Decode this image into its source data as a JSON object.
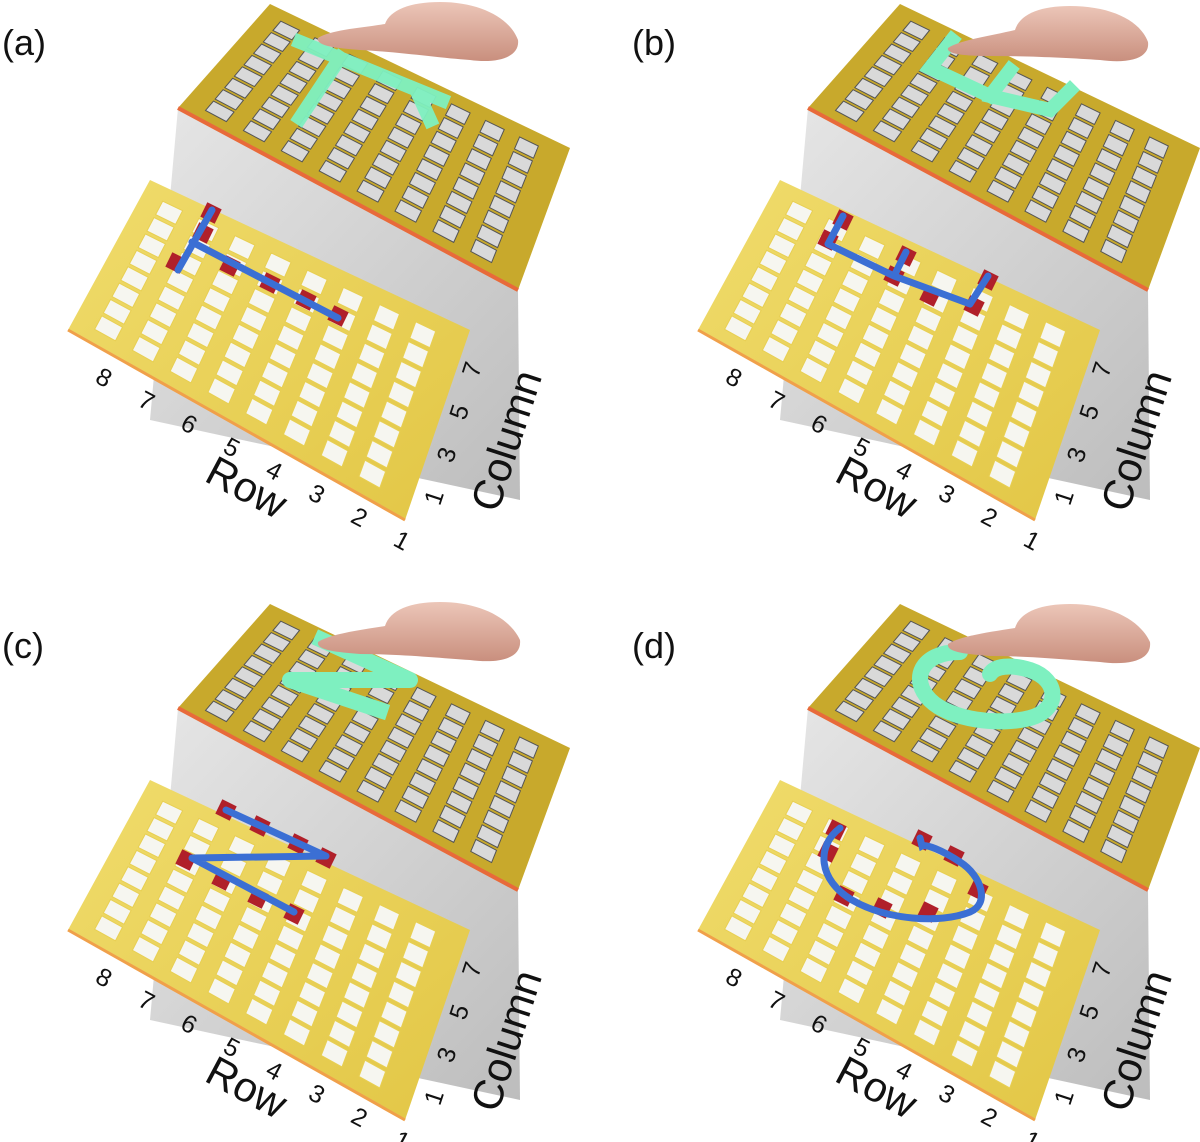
{
  "panels": [
    {
      "id": "a",
      "label": "(a)",
      "gesture": "T"
    },
    {
      "id": "b",
      "label": "(b)",
      "gesture": "W"
    },
    {
      "id": "c",
      "label": "(c)",
      "gesture": "N"
    },
    {
      "id": "d",
      "label": "(d)",
      "gesture": "C"
    }
  ],
  "axes": {
    "row_title": "Row",
    "column_title": "Column",
    "row_ticks": [
      "8",
      "7",
      "6",
      "5",
      "4",
      "3",
      "2",
      "1"
    ],
    "column_ticks": [
      "1",
      "3",
      "5",
      "7"
    ]
  },
  "colors": {
    "top_plate": "#c8a92c",
    "top_plate_edge": "#e86a3a",
    "bottom_plate": "#e8cf52",
    "side_wall": "#d4d4d4",
    "key": "#d9d9d9",
    "key_active_top": "#f4b3a8",
    "key_active_bottom": "#b0202a",
    "trace_top": "#7ef0c0",
    "trace_bottom": "#3b6fd4",
    "hand": "#e2b3a4"
  }
}
